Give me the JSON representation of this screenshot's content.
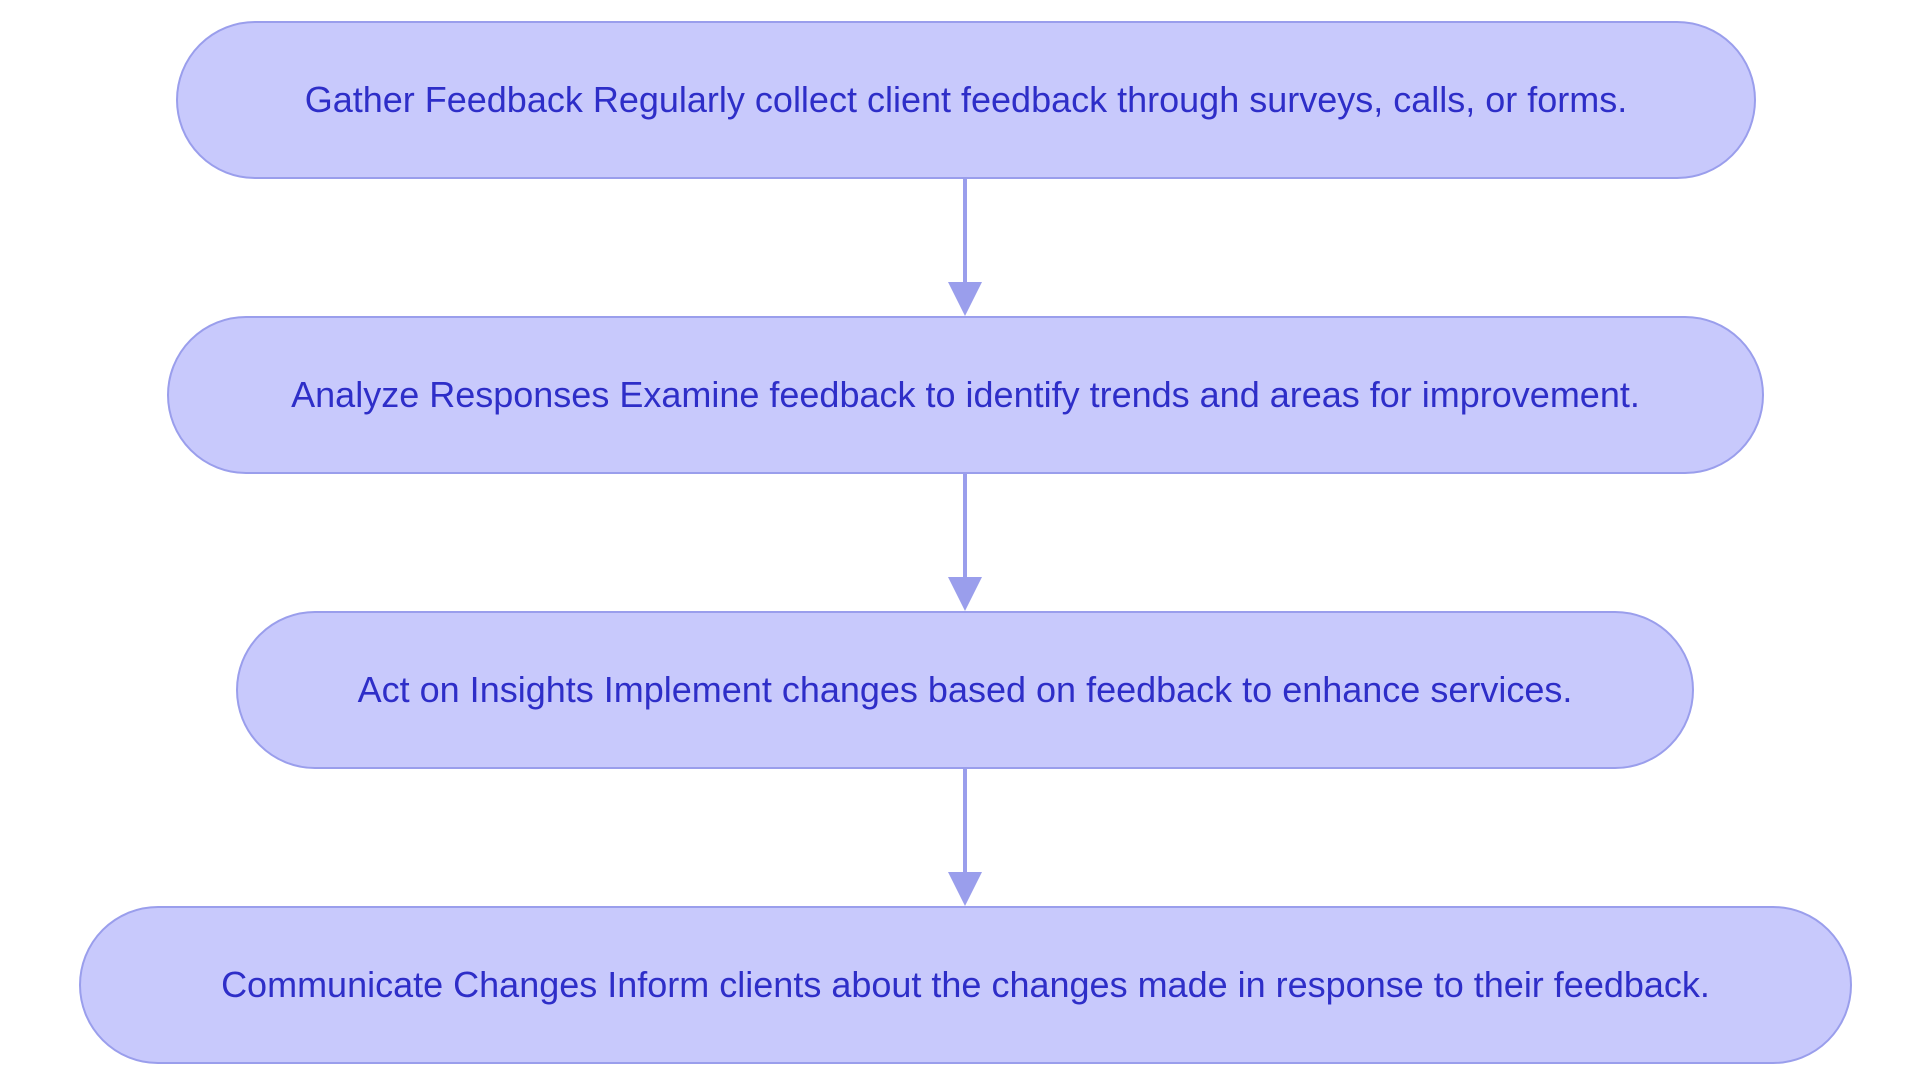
{
  "diagram": {
    "colors": {
      "node_fill": "#c8c9fc",
      "node_border": "#9a9eec",
      "node_text": "#2e2ec8",
      "edge": "#9a9eec"
    },
    "nodes": [
      {
        "id": "gather-feedback",
        "text": "Gather Feedback Regularly collect client feedback through surveys, calls, or forms."
      },
      {
        "id": "analyze-responses",
        "text": "Analyze Responses Examine feedback to identify trends and areas for improvement."
      },
      {
        "id": "act-on-insights",
        "text": "Act on Insights Implement changes based on feedback to enhance services."
      },
      {
        "id": "communicate-changes",
        "text": "Communicate Changes Inform clients about the changes made in response to their feedback."
      }
    ],
    "edges": [
      {
        "from": "gather-feedback",
        "to": "analyze-responses"
      },
      {
        "from": "analyze-responses",
        "to": "act-on-insights"
      },
      {
        "from": "act-on-insights",
        "to": "communicate-changes"
      }
    ]
  }
}
